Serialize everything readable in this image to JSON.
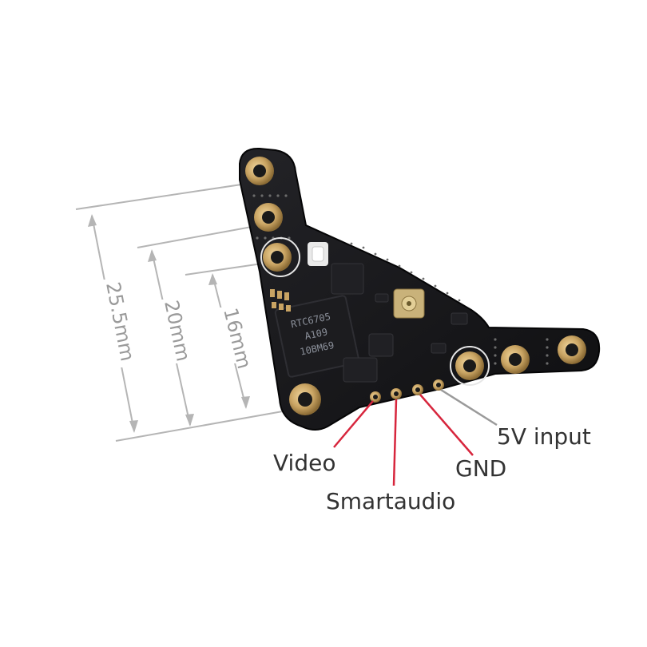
{
  "dimensions": {
    "d1": "25.5mm",
    "d2": "20mm",
    "d3": "16mm"
  },
  "pins": {
    "video": "Video",
    "smartaudio": "Smartaudio",
    "gnd": "GND",
    "v5": "5V input"
  },
  "chip_marking": {
    "line1": "RTC6705",
    "line2": "A109",
    "line3": "10BM69"
  },
  "colors": {
    "board": "#161618",
    "pad_gold": "#c9a463",
    "leader_red": "#d7263d",
    "leader_gray": "#9a9a9a",
    "dimension_line": "#b5b5b5"
  }
}
